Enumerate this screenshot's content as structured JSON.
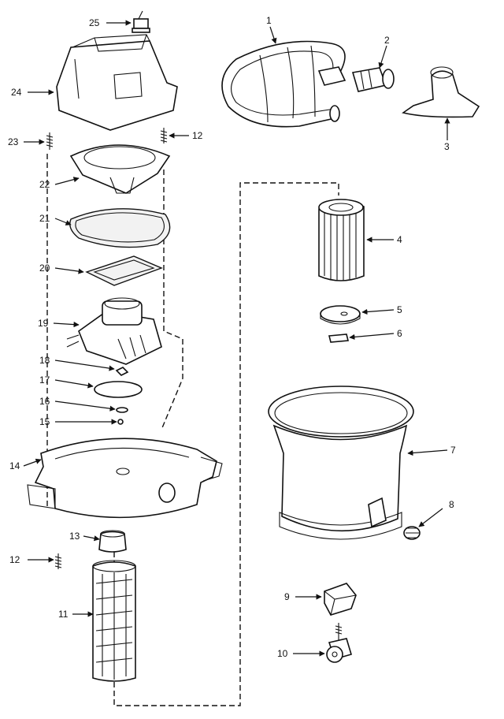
{
  "diagram": {
    "callouts": [
      "1",
      "2",
      "3",
      "4",
      "5",
      "6",
      "7",
      "8",
      "9",
      "10",
      "11",
      "12",
      "13",
      "14",
      "15",
      "16",
      "17",
      "18",
      "19",
      "20",
      "21",
      "22",
      "23",
      "24",
      "25",
      "12"
    ]
  }
}
